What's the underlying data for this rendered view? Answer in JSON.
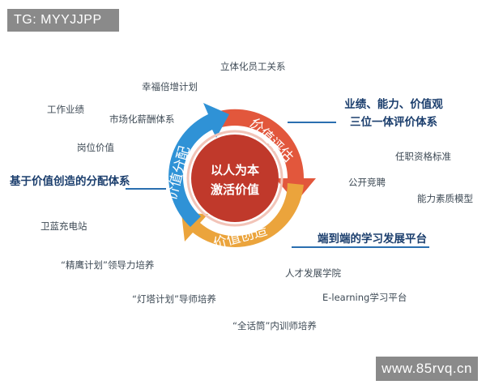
{
  "watermarks": {
    "top": "TG: MYYJJPP",
    "bottom": "www.85rvq.cn"
  },
  "center": {
    "line1": "以人为本",
    "line2": "激活价值"
  },
  "segments": {
    "evaluate": "价值评估",
    "create": "价值创造",
    "distribute": "价值分配"
  },
  "callouts": {
    "evaluate_line1": "业绩、能力、价值观",
    "evaluate_line2": "三位一体评价体系",
    "create": "端到端的学习发展平台",
    "distribute": "基于价值创造的分配体系"
  },
  "evaluate_items": [
    "立体化员工关系",
    "任职资格标准",
    "公开竞聘",
    "能力素质模型"
  ],
  "distribute_items": [
    "幸福倍增计划",
    "工作业绩",
    "市场化薪酬体系",
    "岗位价值",
    "卫蓝充电站"
  ],
  "create_items": [
    "“精鹰计划”领导力培养",
    "人才发展学院",
    "E-learning学习平台",
    "“灯塔计划”导师培养",
    "“全话筒”内训师培养"
  ],
  "colors": {
    "evaluate": "#e2573c",
    "create": "#eba43c",
    "distribute": "#2f92d6",
    "center": "#c0392b",
    "text_dark": "#1b3e6d"
  }
}
